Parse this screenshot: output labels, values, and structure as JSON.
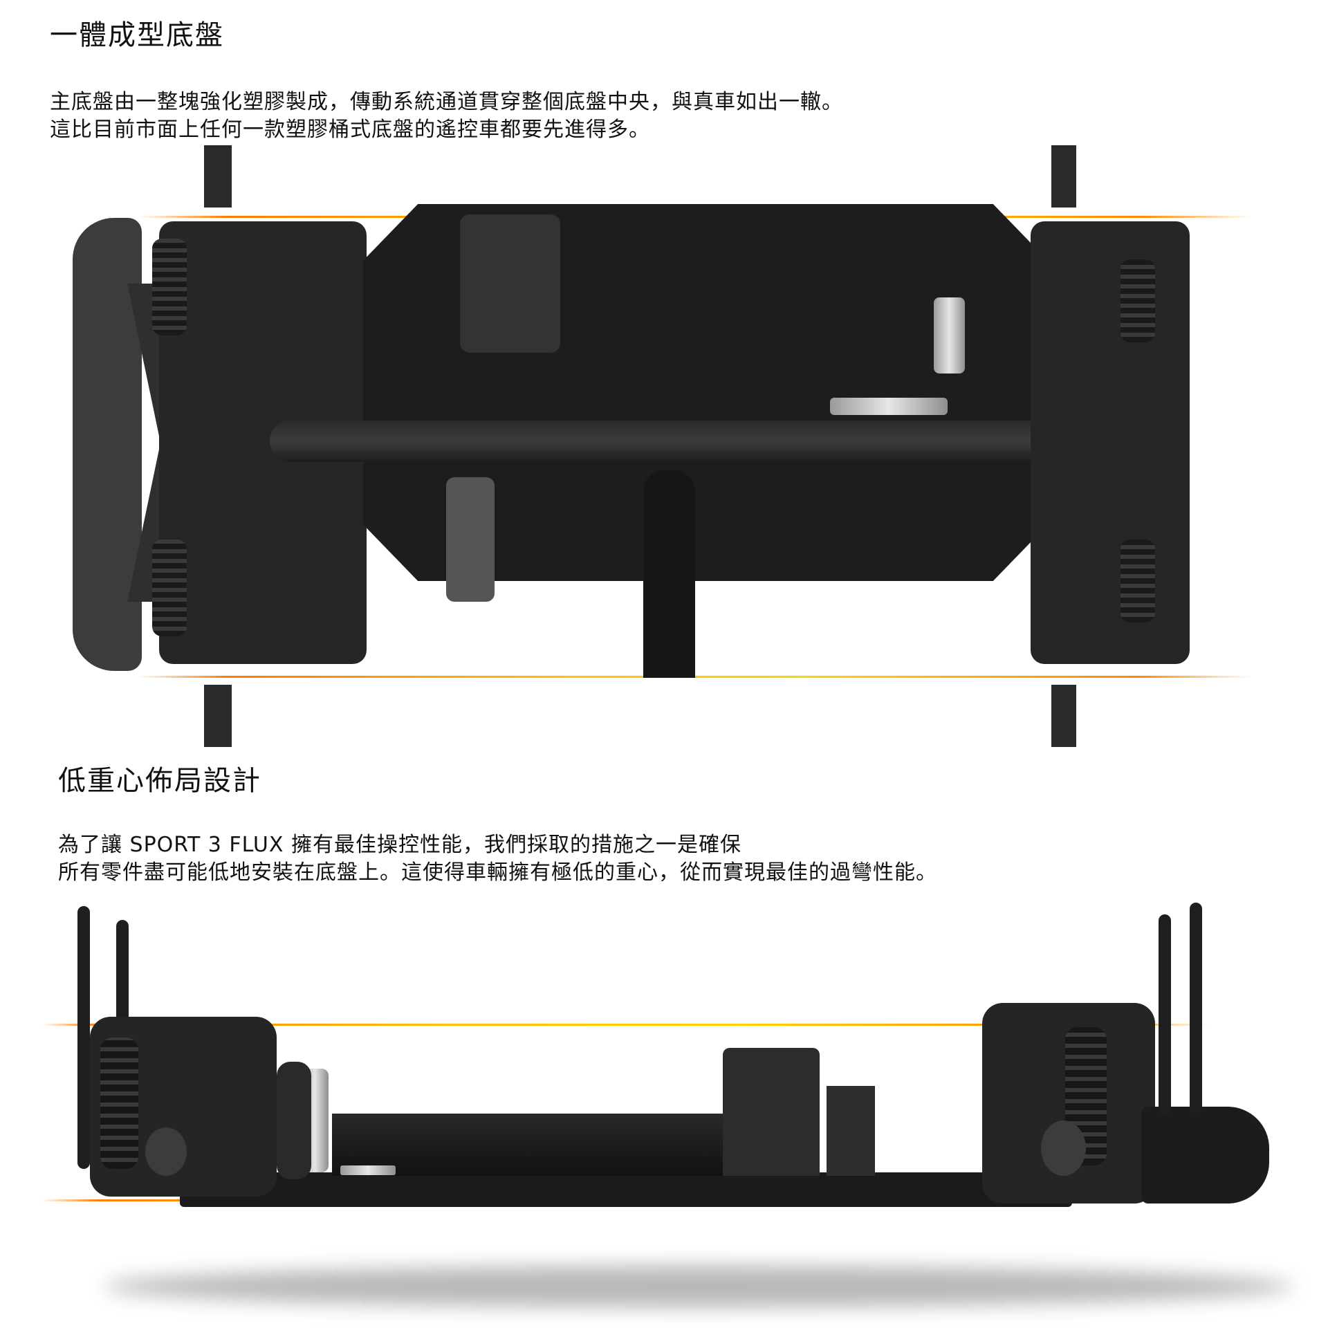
{
  "section1": {
    "title": "一體成型底盤",
    "paragraph": [
      "主底盤由一整塊強化塑膠製成，傳動系統通道貫穿整個底盤中央，與真車如出一轍。",
      "這比目前市面上任何一款塑膠桶式底盤的遙控車都要先進得多。"
    ],
    "figure": {
      "alt": "Top-down view of RC car chassis with orange guide lines marking chassis width",
      "guide_color_start": "#ff7a00",
      "guide_color_mid": "#ffd400"
    }
  },
  "section2": {
    "title": "低重心佈局設計",
    "paragraph": [
      "為了讓 SPORT 3 FLUX 擁有最佳操控性能，我們採取的措施之一是確保",
      "所有零件盡可能低地安裝在底盤上。這使得車輛擁有極低的重心，從而實現最佳的過彎性能。"
    ],
    "figure": {
      "alt": "Side view of RC car chassis with orange guide lines marking low height",
      "guide_color_start": "#ff7a00",
      "guide_color_mid": "#ffd400"
    }
  }
}
